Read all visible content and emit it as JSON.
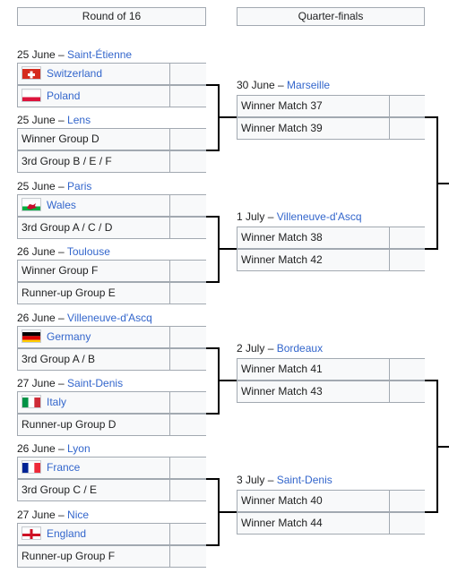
{
  "headers": {
    "round16": "Round of 16",
    "quarterfinals": "Quarter-finals"
  },
  "round16": [
    {
      "date": "25 June",
      "venue": "Saint-Étienne",
      "teams": [
        {
          "name": "Switzerland",
          "flag": "switzerland-flag"
        },
        {
          "name": "Poland",
          "flag": "poland-flag"
        }
      ]
    },
    {
      "date": "25 June",
      "venue": "Lens",
      "teams": [
        {
          "name": "Winner Group D"
        },
        {
          "name": "3rd Group B / E / F"
        }
      ]
    },
    {
      "date": "25 June",
      "venue": "Paris",
      "teams": [
        {
          "name": "Wales",
          "flag": "wales-flag"
        },
        {
          "name": "3rd Group A / C / D"
        }
      ]
    },
    {
      "date": "26 June",
      "venue": "Toulouse",
      "teams": [
        {
          "name": "Winner Group F"
        },
        {
          "name": "Runner-up Group E"
        }
      ]
    },
    {
      "date": "26 June",
      "venue": "Villeneuve-d'Ascq",
      "teams": [
        {
          "name": "Germany",
          "flag": "germany-flag"
        },
        {
          "name": "3rd Group A / B"
        }
      ]
    },
    {
      "date": "27 June",
      "venue": "Saint-Denis",
      "teams": [
        {
          "name": "Italy",
          "flag": "italy-flag"
        },
        {
          "name": "Runner-up Group D"
        }
      ]
    },
    {
      "date": "26 June",
      "venue": "Lyon",
      "teams": [
        {
          "name": "France",
          "flag": "france-flag"
        },
        {
          "name": "3rd Group C / E"
        }
      ]
    },
    {
      "date": "27 June",
      "venue": "Nice",
      "teams": [
        {
          "name": "England",
          "flag": "england-flag"
        },
        {
          "name": "Runner-up Group F"
        }
      ]
    }
  ],
  "quarterfinals": [
    {
      "date": "30 June",
      "venue": "Marseille",
      "teams": [
        {
          "name": "Winner Match 37"
        },
        {
          "name": "Winner Match 39"
        }
      ]
    },
    {
      "date": "1 July",
      "venue": "Villeneuve-d'Ascq",
      "teams": [
        {
          "name": "Winner Match 38"
        },
        {
          "name": "Winner Match 42"
        }
      ]
    },
    {
      "date": "2 July",
      "venue": "Bordeaux",
      "teams": [
        {
          "name": "Winner Match 41"
        },
        {
          "name": "Winner Match 43"
        }
      ]
    },
    {
      "date": "3 July",
      "venue": "Saint-Denis",
      "teams": [
        {
          "name": "Winner Match 40"
        },
        {
          "name": "Winner Match 44"
        }
      ]
    }
  ],
  "date_separator": " – ",
  "colors": {
    "link": "#3366cc",
    "cell_bg": "#f8f9fa",
    "border": "#a2a9b1",
    "bracket_line": "#000000"
  }
}
